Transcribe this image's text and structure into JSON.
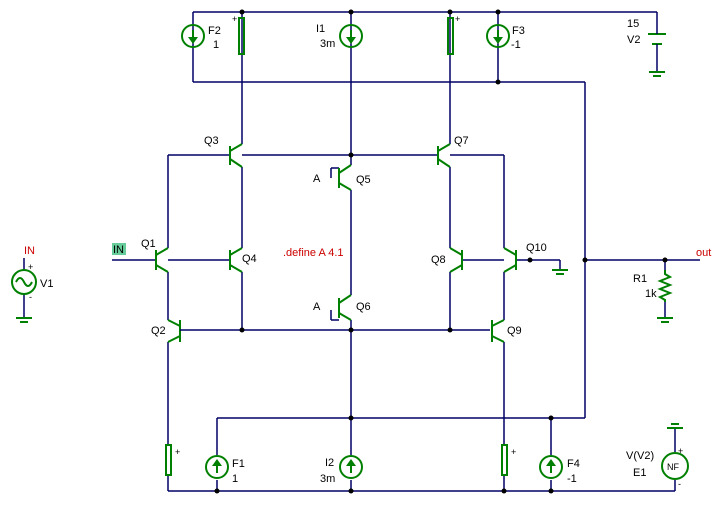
{
  "components": {
    "F2": {
      "name": "F2",
      "value": "1"
    },
    "I1": {
      "name": "I1",
      "value": "3m"
    },
    "F3": {
      "name": "F3",
      "value": "-1"
    },
    "V2": {
      "name": "V2",
      "value": "15"
    },
    "Q1": {
      "name": "Q1"
    },
    "Q2": {
      "name": "Q2"
    },
    "Q3": {
      "name": "Q3"
    },
    "Q4": {
      "name": "Q4"
    },
    "Q5": {
      "name": "Q5",
      "area": "A"
    },
    "Q6": {
      "name": "Q6",
      "area": "A"
    },
    "Q7": {
      "name": "Q7"
    },
    "Q8": {
      "name": "Q8"
    },
    "Q9": {
      "name": "Q9"
    },
    "Q10": {
      "name": "Q10"
    },
    "V1": {
      "name": "V1"
    },
    "R1": {
      "name": "R1",
      "value": "1k"
    },
    "F1": {
      "name": "F1",
      "value": "1"
    },
    "I2": {
      "name": "I2",
      "value": "3m"
    },
    "F4": {
      "name": "F4",
      "value": "-1"
    },
    "E1": {
      "name": "E1",
      "value": "V(V2)",
      "symbol": "NF"
    }
  },
  "nets": {
    "in_label": "IN",
    "in_port": "IN",
    "out": "out"
  },
  "directive": ".define A 4.1",
  "pin_marks": {
    "plus": "+",
    "minus": "-"
  },
  "colors": {
    "wire": "#000066",
    "component": "#008000",
    "text": "#000000",
    "accent_text": "#cc0000",
    "port_fill": "#66cc99"
  }
}
